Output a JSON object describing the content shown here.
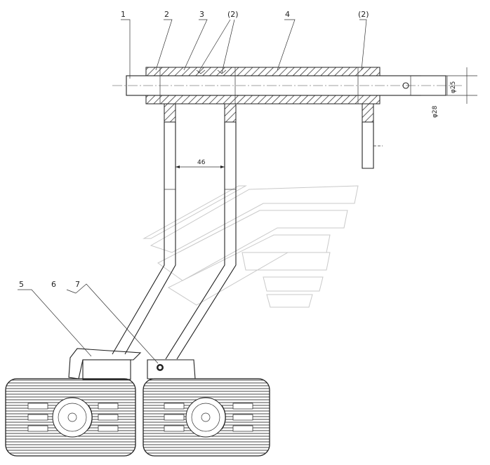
{
  "callouts": {
    "c1": "1",
    "c2": "2",
    "c3": "3",
    "c4": "4",
    "c5": "5",
    "c6": "6",
    "c7": "7",
    "c8": "(2)",
    "c9": "(2)"
  },
  "dimensions": {
    "width": "46",
    "dia_shaft": "φ25",
    "dia_bore": "φ28"
  },
  "icons": {
    "watermark": "logo-watermark-icon",
    "left_pedal": "brake-pedal-pad-icon",
    "right_pedal": "clutch-pedal-pad-icon"
  }
}
